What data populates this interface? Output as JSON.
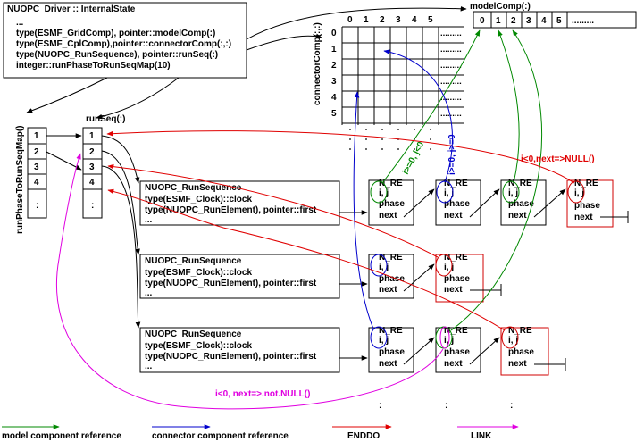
{
  "internal_state": {
    "title": "NUOPC_Driver :: InternalState",
    "lines": [
      "...",
      "type(ESMF_GridComp), pointer::modelComp(:)",
      "type(ESMF_CplComp),pointer::connectorComp(:,:)",
      "type(NUOPC_RunSequence), pointer::runSeq(:)",
      "integer::runPhaseToRunSeqMap(10)"
    ]
  },
  "model_comp": {
    "label": "modelComp(:)",
    "cells": [
      "0",
      "1",
      "2",
      "3",
      "4",
      "5",
      "........."
    ]
  },
  "connector_comp": {
    "label": "connectorComp(:,:)",
    "col_labels": [
      "0",
      "1",
      "2",
      "3",
      "4",
      "5"
    ],
    "row_labels": [
      "0",
      "1",
      "2",
      "3",
      "4",
      "5"
    ],
    "dots": "........."
  },
  "run_phase_map": {
    "label": "runPhaseToRunSeqMap()",
    "cells": [
      "1",
      "2",
      "3",
      "4",
      ":"
    ]
  },
  "run_seq": {
    "label": "runSeq(:)",
    "cells": [
      "1",
      "2",
      "3",
      "4",
      ":"
    ]
  },
  "run_sequences": [
    {
      "lines": [
        "NUOPC_RunSequence",
        "type(ESMF_Clock)::clock",
        "type(NUOPC_RunElement), pointer::first",
        "..."
      ]
    },
    {
      "lines": [
        "NUOPC_RunSequence",
        "type(ESMF_Clock)::clock",
        "type(NUOPC_RunElement), pointer::first",
        "..."
      ]
    },
    {
      "lines": [
        "NUOPC_RunSequence",
        "type(ESMF_Clock)::clock",
        "type(NUOPC_RunElement), pointer::first",
        "..."
      ]
    }
  ],
  "run_element": {
    "title": "N_RE",
    "lines": [
      "i, j",
      "phase",
      "next"
    ]
  },
  "annotations": {
    "green": "i>=0, j<0",
    "blue": "i>=0, j>=0",
    "red": "i<0,next=>NULL()",
    "magenta": "i<0, next=>.not.NULL()",
    "vdots": ":"
  },
  "legend": [
    {
      "label": "model component reference",
      "color": "#008800"
    },
    {
      "label": "connector component reference",
      "color": "#0000cc"
    },
    {
      "label": "ENDDO",
      "color": "#e00000"
    },
    {
      "label": "LINK",
      "color": "#e000e0"
    }
  ],
  "colors": {
    "model": "#008800",
    "connector": "#0000cc",
    "enddo": "#e00000",
    "link": "#e000e0"
  }
}
